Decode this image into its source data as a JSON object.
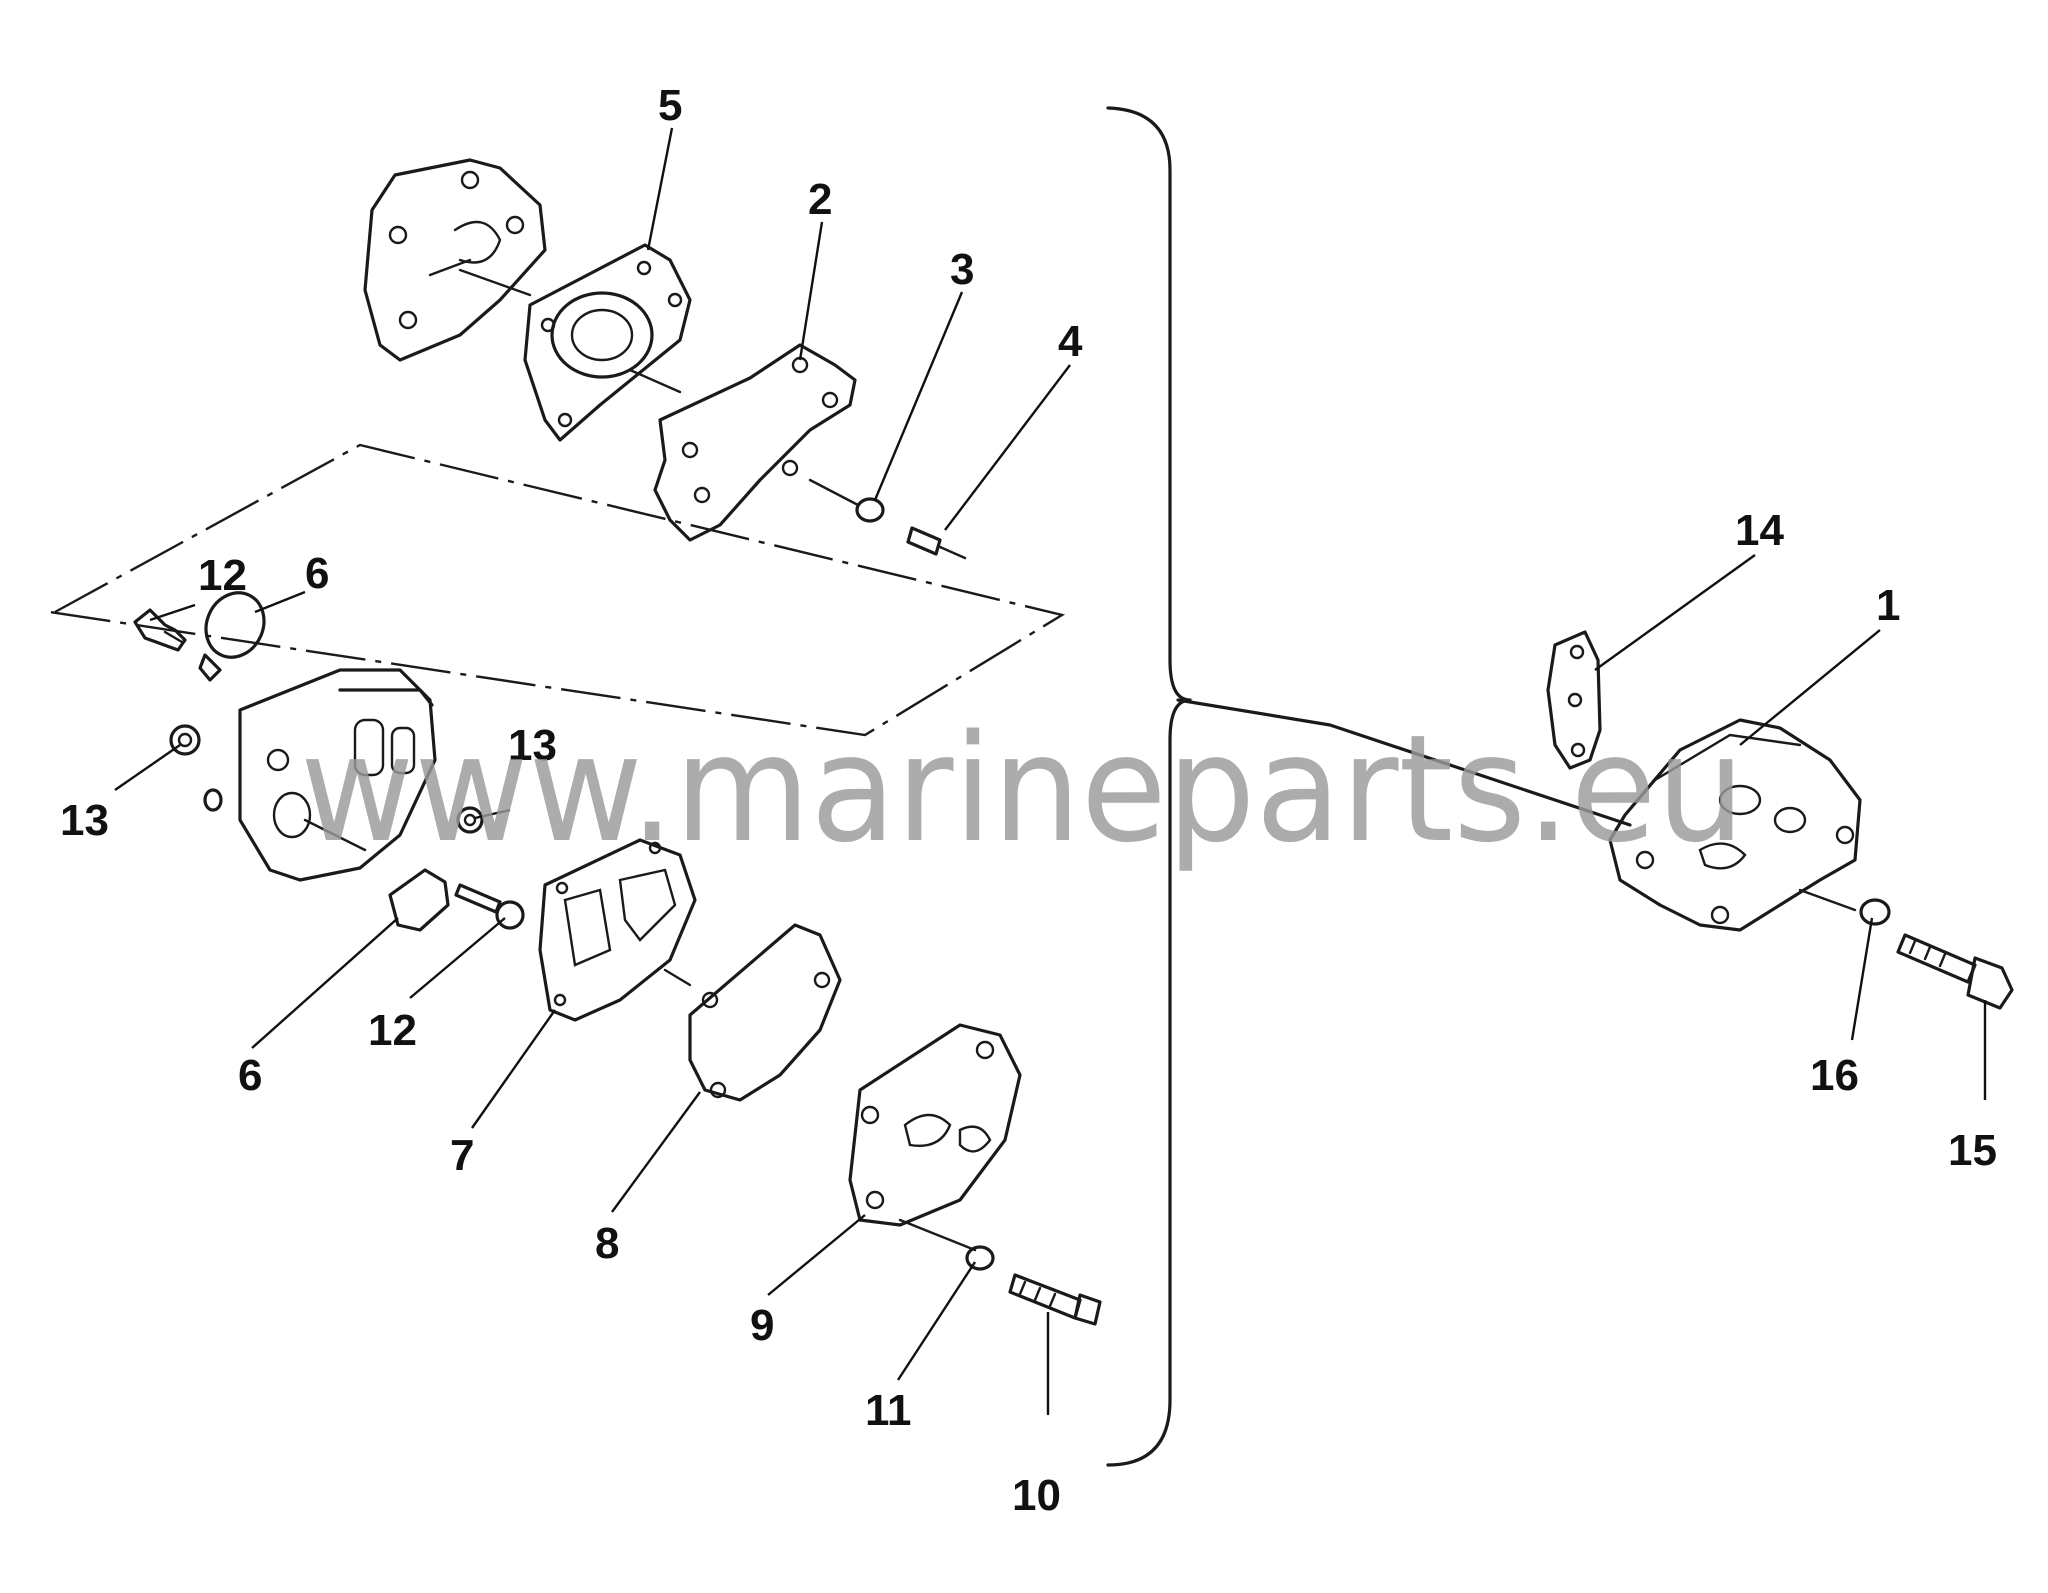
{
  "watermark": "www.marineparts.eu",
  "callouts": [
    {
      "id": "c1",
      "text": "1"
    },
    {
      "id": "c2",
      "text": "2"
    },
    {
      "id": "c3",
      "text": "3"
    },
    {
      "id": "c4",
      "text": "4"
    },
    {
      "id": "c5",
      "text": "5"
    },
    {
      "id": "c6a",
      "text": "6"
    },
    {
      "id": "c6b",
      "text": "6"
    },
    {
      "id": "c7",
      "text": "7"
    },
    {
      "id": "c8",
      "text": "8"
    },
    {
      "id": "c9",
      "text": "9"
    },
    {
      "id": "c10",
      "text": "10"
    },
    {
      "id": "c11",
      "text": "11"
    },
    {
      "id": "c12a",
      "text": "12"
    },
    {
      "id": "c12b",
      "text": "12"
    },
    {
      "id": "c13a",
      "text": "13"
    },
    {
      "id": "c13b",
      "text": "13"
    },
    {
      "id": "c14",
      "text": "14"
    },
    {
      "id": "c15",
      "text": "15"
    },
    {
      "id": "c16",
      "text": "16"
    }
  ]
}
